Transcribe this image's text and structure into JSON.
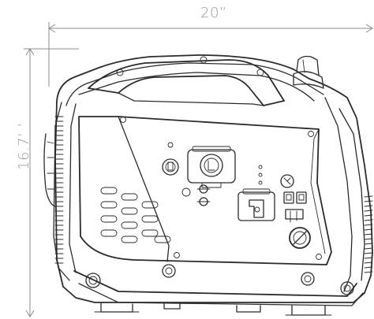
{
  "dimensions": {
    "width_label": "20”",
    "height_label": "16.7’ ’"
  },
  "colors": {
    "line": "#2b2b2b",
    "dimension_line": "#8c8c8c",
    "label": "#9a9a9a",
    "background": "#ffffff"
  },
  "illustration": {
    "subject": "generator-side-view"
  }
}
